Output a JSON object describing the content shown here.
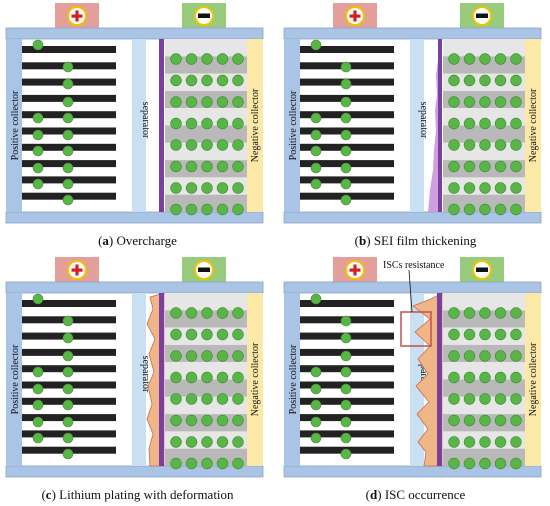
{
  "panels": [
    {
      "id": "a",
      "letter": "a",
      "caption": "Overcharge",
      "variant": "overcharge"
    },
    {
      "id": "b",
      "letter": "b",
      "caption": "SEI film thickening",
      "variant": "sei"
    },
    {
      "id": "c",
      "letter": "c",
      "caption": "Lithium plating with deformation",
      "variant": "plating"
    },
    {
      "id": "d",
      "letter": "d",
      "caption": "ISC occurrence",
      "variant": "isc"
    }
  ],
  "labels": {
    "positive_collector": "Positive collector",
    "negative_collector": "Negative collector",
    "separator": "separator",
    "iscs_resistance": "ISCs resistance"
  },
  "colors": {
    "collector_blue": "#a9c4e4",
    "collector_yellow": "#fde9a7",
    "terminal_red": "#e3a09b",
    "terminal_green": "#98cc7c",
    "separator_blue": "#c9dff2",
    "sei_purple": "#7b3fa0",
    "lithium_orange": "#f0b688",
    "anode_gray": "#b9b9b9",
    "cathode_black": "#222222",
    "particle_green": "#5ab548",
    "isc_box_red": "#c0504d"
  },
  "icons": {
    "positive_terminal": "plus-terminal-icon",
    "negative_terminal": "minus-terminal-icon"
  }
}
